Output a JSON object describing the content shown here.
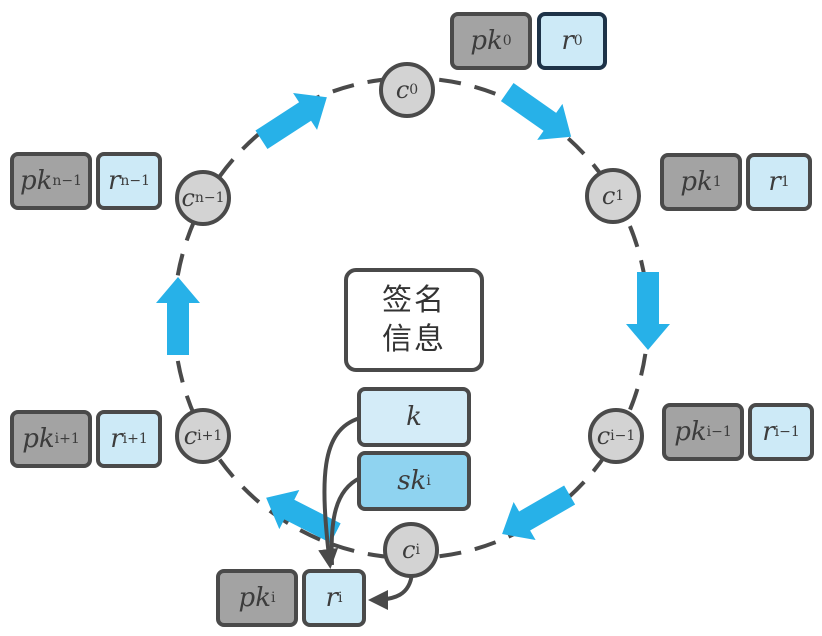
{
  "title": "Ring signature diagram",
  "center_label": {
    "line1": "签名",
    "line2": "信息"
  },
  "nodes": [
    {
      "base": "c",
      "sub": "0"
    },
    {
      "base": "c",
      "sub": "1"
    },
    {
      "base": "c",
      "sub": "i−1"
    },
    {
      "base": "c",
      "sub": "i"
    },
    {
      "base": "c",
      "sub": "i+1"
    },
    {
      "base": "c",
      "sub": "n−1"
    }
  ],
  "pk_boxes": [
    {
      "base": "pk",
      "sub": "0"
    },
    {
      "base": "pk",
      "sub": "1"
    },
    {
      "base": "pk",
      "sub": "i−1"
    },
    {
      "base": "pk",
      "sub": "i"
    },
    {
      "base": "pk",
      "sub": "i+1"
    },
    {
      "base": "pk",
      "sub": "n−1"
    }
  ],
  "r_boxes": [
    {
      "base": "r",
      "sub": "0"
    },
    {
      "base": "r",
      "sub": "1"
    },
    {
      "base": "r",
      "sub": "i−1"
    },
    {
      "base": "r",
      "sub": "i"
    },
    {
      "base": "r",
      "sub": "i+1"
    },
    {
      "base": "r",
      "sub": "n−1"
    }
  ],
  "inputs": {
    "k": {
      "base": "k",
      "sub": ""
    },
    "sk": {
      "base": "sk",
      "sub": "i"
    }
  },
  "colors": {
    "arrow": "#27b1e8",
    "pk_fill": "#a3a3a3",
    "r_fill": "#cdeaf7",
    "sk_fill": "#8fd3f0",
    "node_fill": "#d3d3d3",
    "stroke": "#4a4a4a"
  }
}
